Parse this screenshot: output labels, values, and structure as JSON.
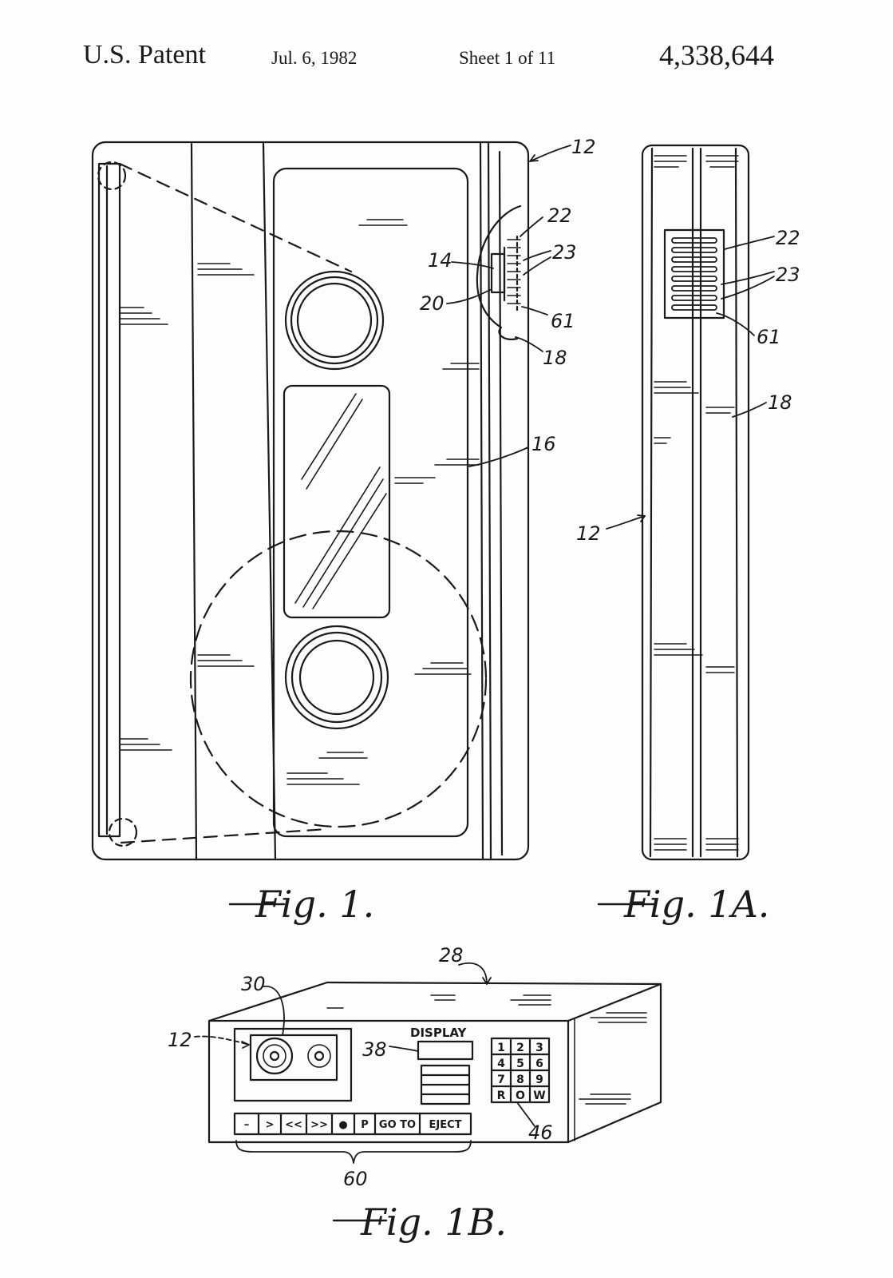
{
  "header": {
    "title": "U.S. Patent",
    "date": "Jul. 6, 1982",
    "sheet": "Sheet 1 of 11",
    "patent_number": "4,338,644"
  },
  "figures": {
    "fig1": "Fig. 1.",
    "fig1a": "Fig. 1A.",
    "fig1b": "Fig. 1B."
  },
  "refs": {
    "fig1": {
      "r12": "12",
      "r22": "22",
      "r23": "23",
      "r14": "14",
      "r20": "20",
      "r61": "61",
      "r18": "18",
      "r16": "16"
    },
    "fig1a": {
      "r22": "22",
      "r23": "23",
      "r61": "61",
      "r18": "18",
      "r12": "12"
    },
    "fig1b": {
      "r28": "28",
      "r30": "30",
      "r12": "12",
      "r38": "38",
      "r46": "46",
      "r60": "60"
    }
  },
  "deck": {
    "display_label": "DISPLAY",
    "keypad": [
      "1",
      "2",
      "3",
      "4",
      "5",
      "6",
      "7",
      "8",
      "9",
      "R",
      "O",
      "W"
    ],
    "buttons": [
      "–",
      ">",
      "<<",
      ">>",
      "●",
      "P",
      "GO TO",
      "EJECT"
    ]
  },
  "colors": {
    "ink": "#1a1a1a",
    "paper": "#fdfdfb"
  }
}
